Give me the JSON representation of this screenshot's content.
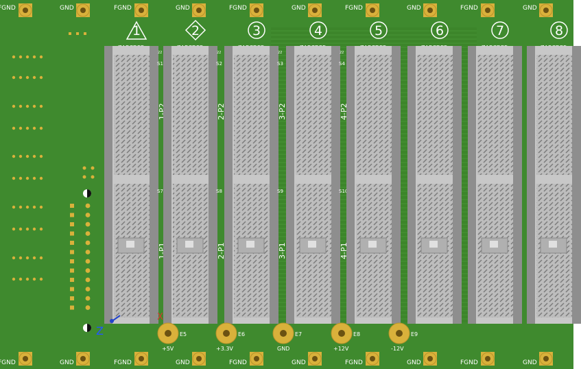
{
  "board": {
    "colors": {
      "pcb": "#3f8a2e",
      "pcb_dark": "#2f6e22",
      "pad": "#d9b13b",
      "connector": "#c8c8c8",
      "connector_dark": "#8e8e8e",
      "silk": "#ffffff"
    },
    "top_labels": [
      "FGND",
      "GND",
      "FGND",
      "GND",
      "FGND",
      "GND",
      "FGND",
      "GND",
      "FGND",
      "GND"
    ],
    "bottom_labels": [
      "FGND",
      "GND",
      "FGND",
      "GND",
      "FGND",
      "GND",
      "FGND",
      "GND",
      "FGND",
      "GND"
    ],
    "slot_numbers": [
      "1",
      "2",
      "3",
      "4",
      "5",
      "6",
      "7",
      "8"
    ],
    "row_letters": "ZABCDEF",
    "p2_labels": [
      "1-P2",
      "2-P2",
      "3-P2",
      "4-P2"
    ],
    "p1_labels": [
      "1-P1",
      "2-P1",
      "3-P1",
      "4-P1"
    ],
    "s_top": [
      "S1",
      "S2",
      "S3",
      "S4"
    ],
    "s_mid": [
      "S7",
      "S8",
      "S9",
      "S10"
    ],
    "pin_num": "22",
    "terminals": [
      {
        "id": "E5",
        "voltage": "+5V"
      },
      {
        "id": "E6",
        "voltage": "+3.3V"
      },
      {
        "id": "E7",
        "voltage": "GND"
      },
      {
        "id": "E8",
        "voltage": "+12V"
      },
      {
        "id": "E9",
        "voltage": "-12V"
      }
    ],
    "axis": {
      "z": "Z",
      "x": "X"
    }
  }
}
